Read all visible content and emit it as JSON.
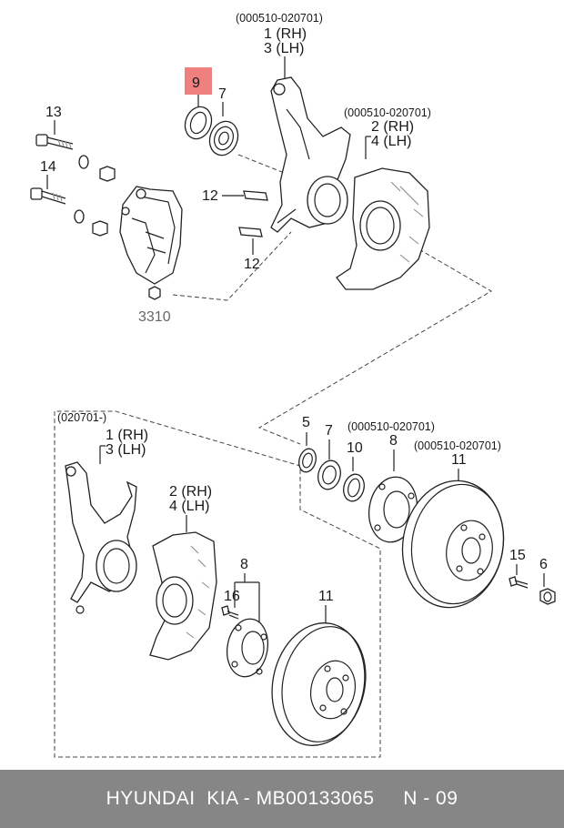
{
  "labels": {
    "date_top": "(000510-020701)",
    "rh1": "1 (RH)",
    "lh3": "3 (LH)",
    "p9": "9",
    "p7": "7",
    "date_shield": "(000510-020701)",
    "rh2": "2 (RH)",
    "lh4": "4 (LH)",
    "p13": "13",
    "p14": "14",
    "p12a": "12",
    "p12b": "12",
    "p3310": "3310",
    "date_lower": "(020701-)",
    "rh1b": "1 (RH)",
    "lh3b": "3 (LH)",
    "rh2b": "2 (RH)",
    "lh4b": "4 (LH)",
    "p8b": "8",
    "p16": "16",
    "p11b": "11",
    "p5": "5",
    "p7b": "7",
    "date_hub": "(000510-020701)",
    "p10": "10",
    "p8": "8",
    "date_disc": "(000510-020701)",
    "p11": "11",
    "p15": "15",
    "p6": "6"
  },
  "footer": {
    "text": "HYUNDAI  KIA - MB00133065     N - 09"
  },
  "colors": {
    "highlight": "#f08080",
    "footer_bg": "#868686"
  }
}
